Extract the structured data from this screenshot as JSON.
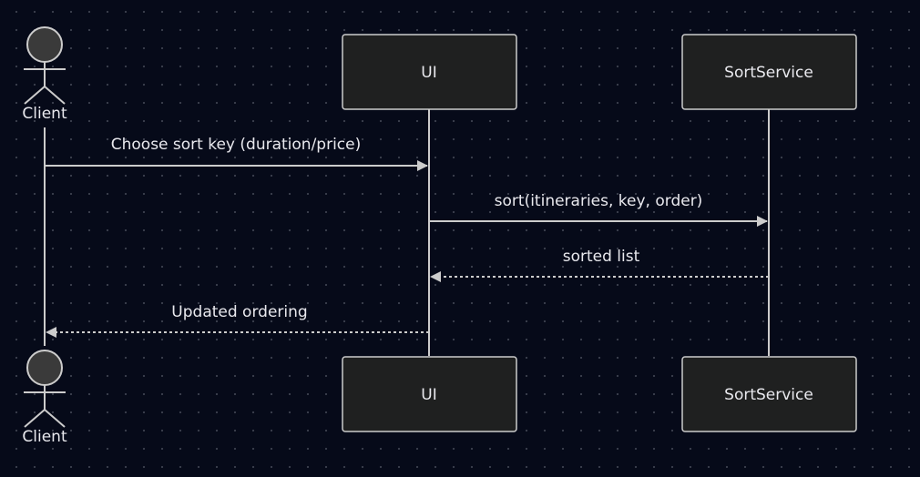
{
  "participants": {
    "client": "Client",
    "ui": "UI",
    "sort_service": "SortService"
  },
  "messages": [
    {
      "from": "Client",
      "to": "UI",
      "label": "Choose sort key (duration/price)",
      "style": "solid"
    },
    {
      "from": "UI",
      "to": "SortService",
      "label": "sort(itineraries, key, order)",
      "style": "solid"
    },
    {
      "from": "SortService",
      "to": "UI",
      "label": "sorted list",
      "style": "dashed"
    },
    {
      "from": "UI",
      "to": "Client",
      "label": "Updated ordering",
      "style": "dashed"
    }
  ],
  "colors": {
    "background": "#060a19",
    "box_fill": "#1f2020",
    "box_stroke": "#cccccc",
    "line": "#cccccc",
    "text": "#e9e9ee"
  }
}
